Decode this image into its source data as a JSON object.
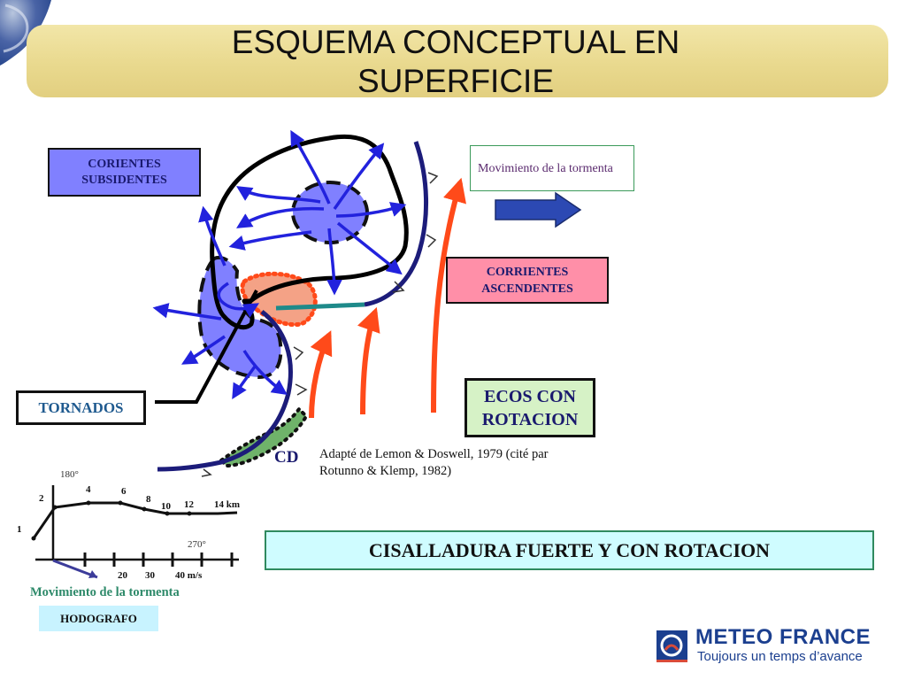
{
  "title": "ESQUEMA CONCEPTUAL EN SUPERFICIE",
  "labels": {
    "subsidentes": "CORIENTES SUBSIDENTES",
    "movimiento_tormenta": "Movimiento de la tormenta",
    "ascendentes": "CORRIENTES ASCENDENTES",
    "tornados": "TORNADOS",
    "ecos": "ECOS CON ROTACION",
    "cd": "CD",
    "source": "Adapté de Lemon & Doswell, 1979 (cité par Rotunno & Klemp, 1982)",
    "cisalladura": "CISALLADURA FUERTE Y CON ROTACION"
  },
  "hodograph": {
    "deg_180": "180°",
    "deg_270": "270°",
    "km_labels": [
      "1",
      "2",
      "4",
      "6",
      "8",
      "10",
      "12",
      "14 km"
    ],
    "speed_labels": [
      "20",
      "30",
      "40 m/s"
    ],
    "caption": "Movimiento de la tormenta",
    "name": "HODOGRAFO"
  },
  "logo": {
    "brand": "METEO FRANCE",
    "tagline": "Toujours un temps d’avance"
  },
  "colors": {
    "banner": "#ecdc95",
    "subsidentes_fill": "#8080ff",
    "ascendentes_fill": "#ff8fa8",
    "ecos_fill": "#d6f2c6",
    "cisalladura_fill": "#cffcff",
    "hodo_label_fill": "#c8f3ff",
    "downdraft_blue": "#2222dd",
    "updraft_red": "#ff4a1a",
    "front_navy": "#1c1c7a",
    "brand_blue": "#1b3f8f"
  }
}
